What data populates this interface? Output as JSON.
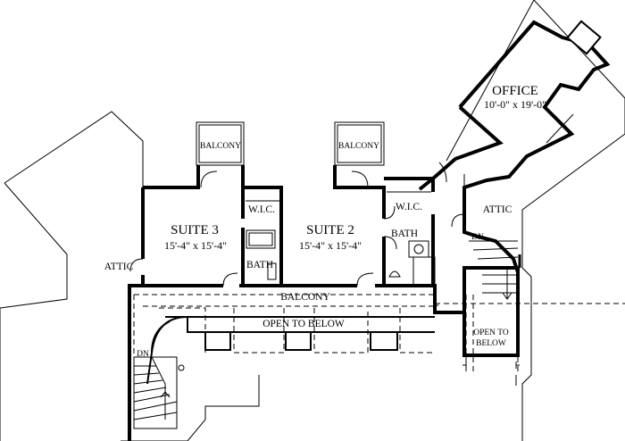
{
  "rooms": {
    "office": {
      "name": "OFFICE",
      "dims": "10'-0\" x 19'-0\""
    },
    "suite3": {
      "name": "SUITE 3",
      "dims": "15'-4\" x 15'-4\""
    },
    "suite2": {
      "name": "SUITE 2",
      "dims": "15'-4\" x 15'-4\""
    }
  },
  "labels": {
    "balcony_left": "BALCONY",
    "balcony_right": "BALCONY",
    "balcony_main": "BALCONY",
    "wic_left": "W.I.C.",
    "wic_right": "W.I.C.",
    "bath_left": "BATH",
    "bath_right": "BATH",
    "attic_left": "ATTIC",
    "attic_right": "ATTIC",
    "open_to_below_main": "OPEN TO BELOW",
    "open_to_below_right_1": "OPEN TO",
    "open_to_below_right_2": "BELOW",
    "dn_left": "DN",
    "dn_right": "DN"
  }
}
